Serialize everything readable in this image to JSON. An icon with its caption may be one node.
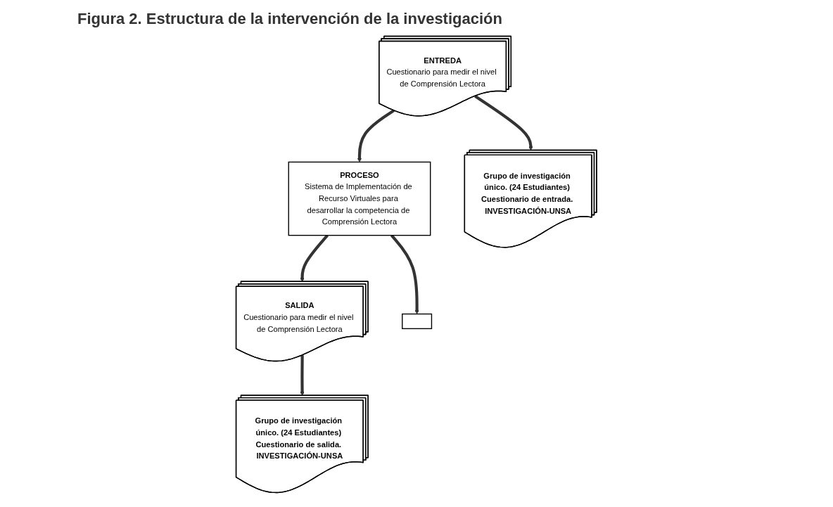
{
  "diagram": {
    "title": "Figura 2. Estructura de la intervención de la investigación",
    "nodes": [
      {
        "text": [
          "ENTREDA",
          "Cuestionario para medir el nivel de Comprensión Lectora"
        ]
      },
      {
        "text": [
          "PROCESO",
          "Sistema de Implementación de Recurso Virtuales para desarrollar la competencia de Comprensión Lectora"
        ]
      },
      {
        "text": [
          "SALIDA",
          "Cuestionario para medir el nivel de Comprensión Lectora"
        ]
      },
      {
        "text": [
          "Grupo de investigación único. (24 Estudiantes) Cuestionario de entrada. INVESTIGACIÓN-UNSA"
        ]
      },
      {
        "text": [],
        "shape": "box"
      },
      {
        "text": [
          "Grupo de investigación único. (24 Estudiantes) Cuestionario de salida. INVESTIGACIÓN-UNSA"
        ]
      }
    ],
    "edges": [
      {
        "from": 0,
        "to": 1,
        "arrow": "to"
      },
      {
        "from": 1,
        "to": 2,
        "arrow": "to"
      },
      {
        "from": 0,
        "to": 3,
        "arrow": "to"
      },
      {
        "from": 1,
        "to": 4,
        "arrow": "to"
      },
      {
        "from": 2,
        "to": 5,
        "arrow": "to"
      }
    ]
  }
}
